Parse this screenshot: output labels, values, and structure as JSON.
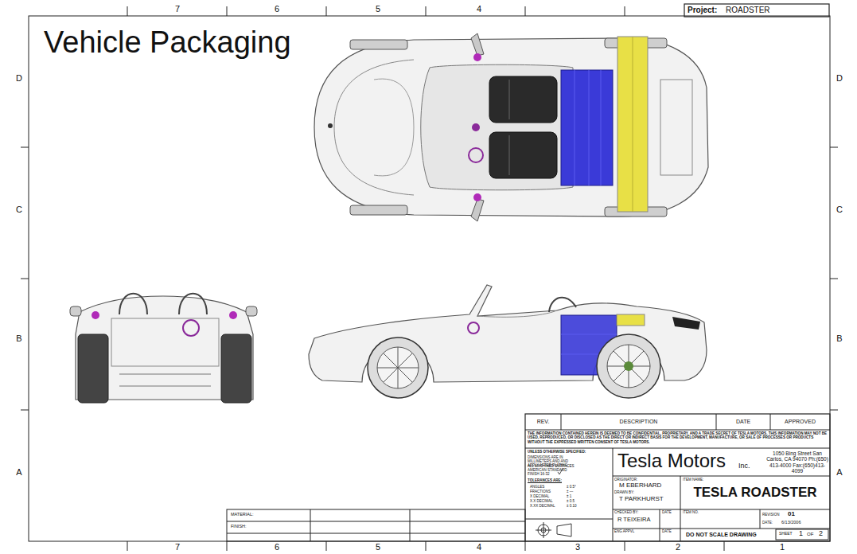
{
  "diagram": {
    "title": "Vehicle Packaging",
    "labels": [
      "Project:",
      "ROADSTER",
      "7",
      "6",
      "5",
      "4",
      "D",
      "D",
      "C",
      "C",
      "B",
      "B",
      "A",
      "A",
      "REV.",
      "DESCRIPTION",
      "DATE",
      "APPROVED",
      "THE INFORMATION CONTAINED HEREIN IS DEEMED TO BE CONFIDENTIAL, PROPRIETARY, AND A TRADE SECRET OF TESLA MOTORS. THIS INFORMATION MAY NOT BE USED, REPRODUCED, OR DISCLOSED AS THE DIRECT OR INDIRECT BASIS FOR THE DEVELOPMENT, MANUFACTURE, OR SALE OF PROCESSES OR PRODUCTS WITHOUT THE EXPRESSED WRITTEN CONSENT OF TESLA MOTORS.",
      "UNLESS OTHERWISE SPECIFIED:",
      "DIMENSIONS ARE IN MILLIMETERS AND AND APPLY AFTER PLATING.",
      "ALL MACHINED SURFACES AMERICAN STANDARD FINISH 16-32",
      "TOLERANCES ARE:",
      "ANGLES",
      "± 0.5°",
      "FRACTIONS",
      "± —",
      "X DECIMAL",
      "± 1",
      "X.X DECIMAL",
      "± 0.5",
      "X.XX DECIMAL",
      "± 0.10",
      "Tesla Motors",
      "Inc.",
      "1050 Bing Street San Carlos, CA 94070 Ph:(650) 413-4000 Fax:(650)413-4099",
      "ORIGINATOR:",
      "M EBERHARD",
      "DRAWN BY:",
      "T PARKHURST",
      "ITEM NAME:",
      "TESLA ROADSTER",
      "CHECKED BY:",
      "R TEIXEIRA",
      "DATE",
      "ITEM NO.",
      "REVISION",
      "01",
      "DATE:",
      "6/13/2006",
      "ENG APPVL",
      "DATE",
      "DO NOT SCALE DRAWING",
      "SHEET",
      "1",
      "OF",
      "2",
      "MATERIAL:",
      "FINISH:",
      "7",
      "6",
      "5",
      "4",
      "3",
      "2",
      "1"
    ]
  }
}
